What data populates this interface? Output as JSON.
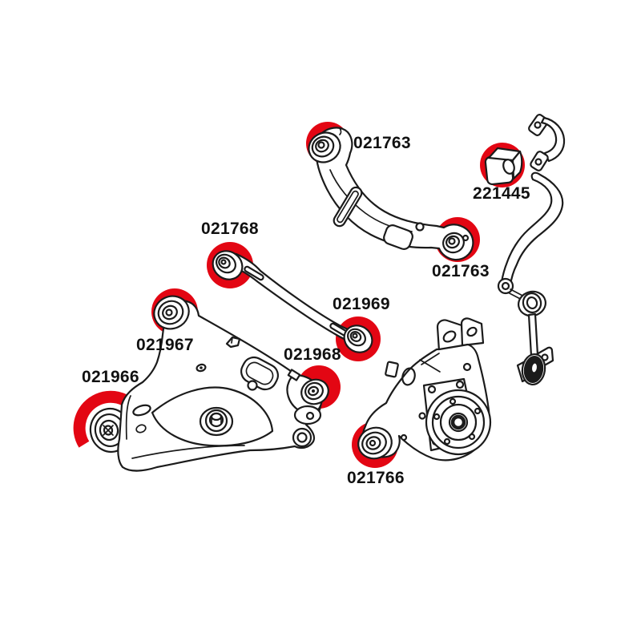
{
  "diagram": {
    "background_color": "#ffffff",
    "line_color": "#1b1b1b",
    "highlight_color": "#e30613",
    "labels": [
      {
        "id": "label-021763-upper",
        "text": "021763"
      },
      {
        "id": "label-221445",
        "text": "221445"
      },
      {
        "id": "label-021763-lower",
        "text": "021763"
      },
      {
        "id": "label-021768",
        "text": "021768"
      },
      {
        "id": "label-021969",
        "text": "021969"
      },
      {
        "id": "label-021967",
        "text": "021967"
      },
      {
        "id": "label-021968",
        "text": "021968"
      },
      {
        "id": "label-021966",
        "text": "021966"
      },
      {
        "id": "label-021766",
        "text": "021766"
      }
    ]
  }
}
